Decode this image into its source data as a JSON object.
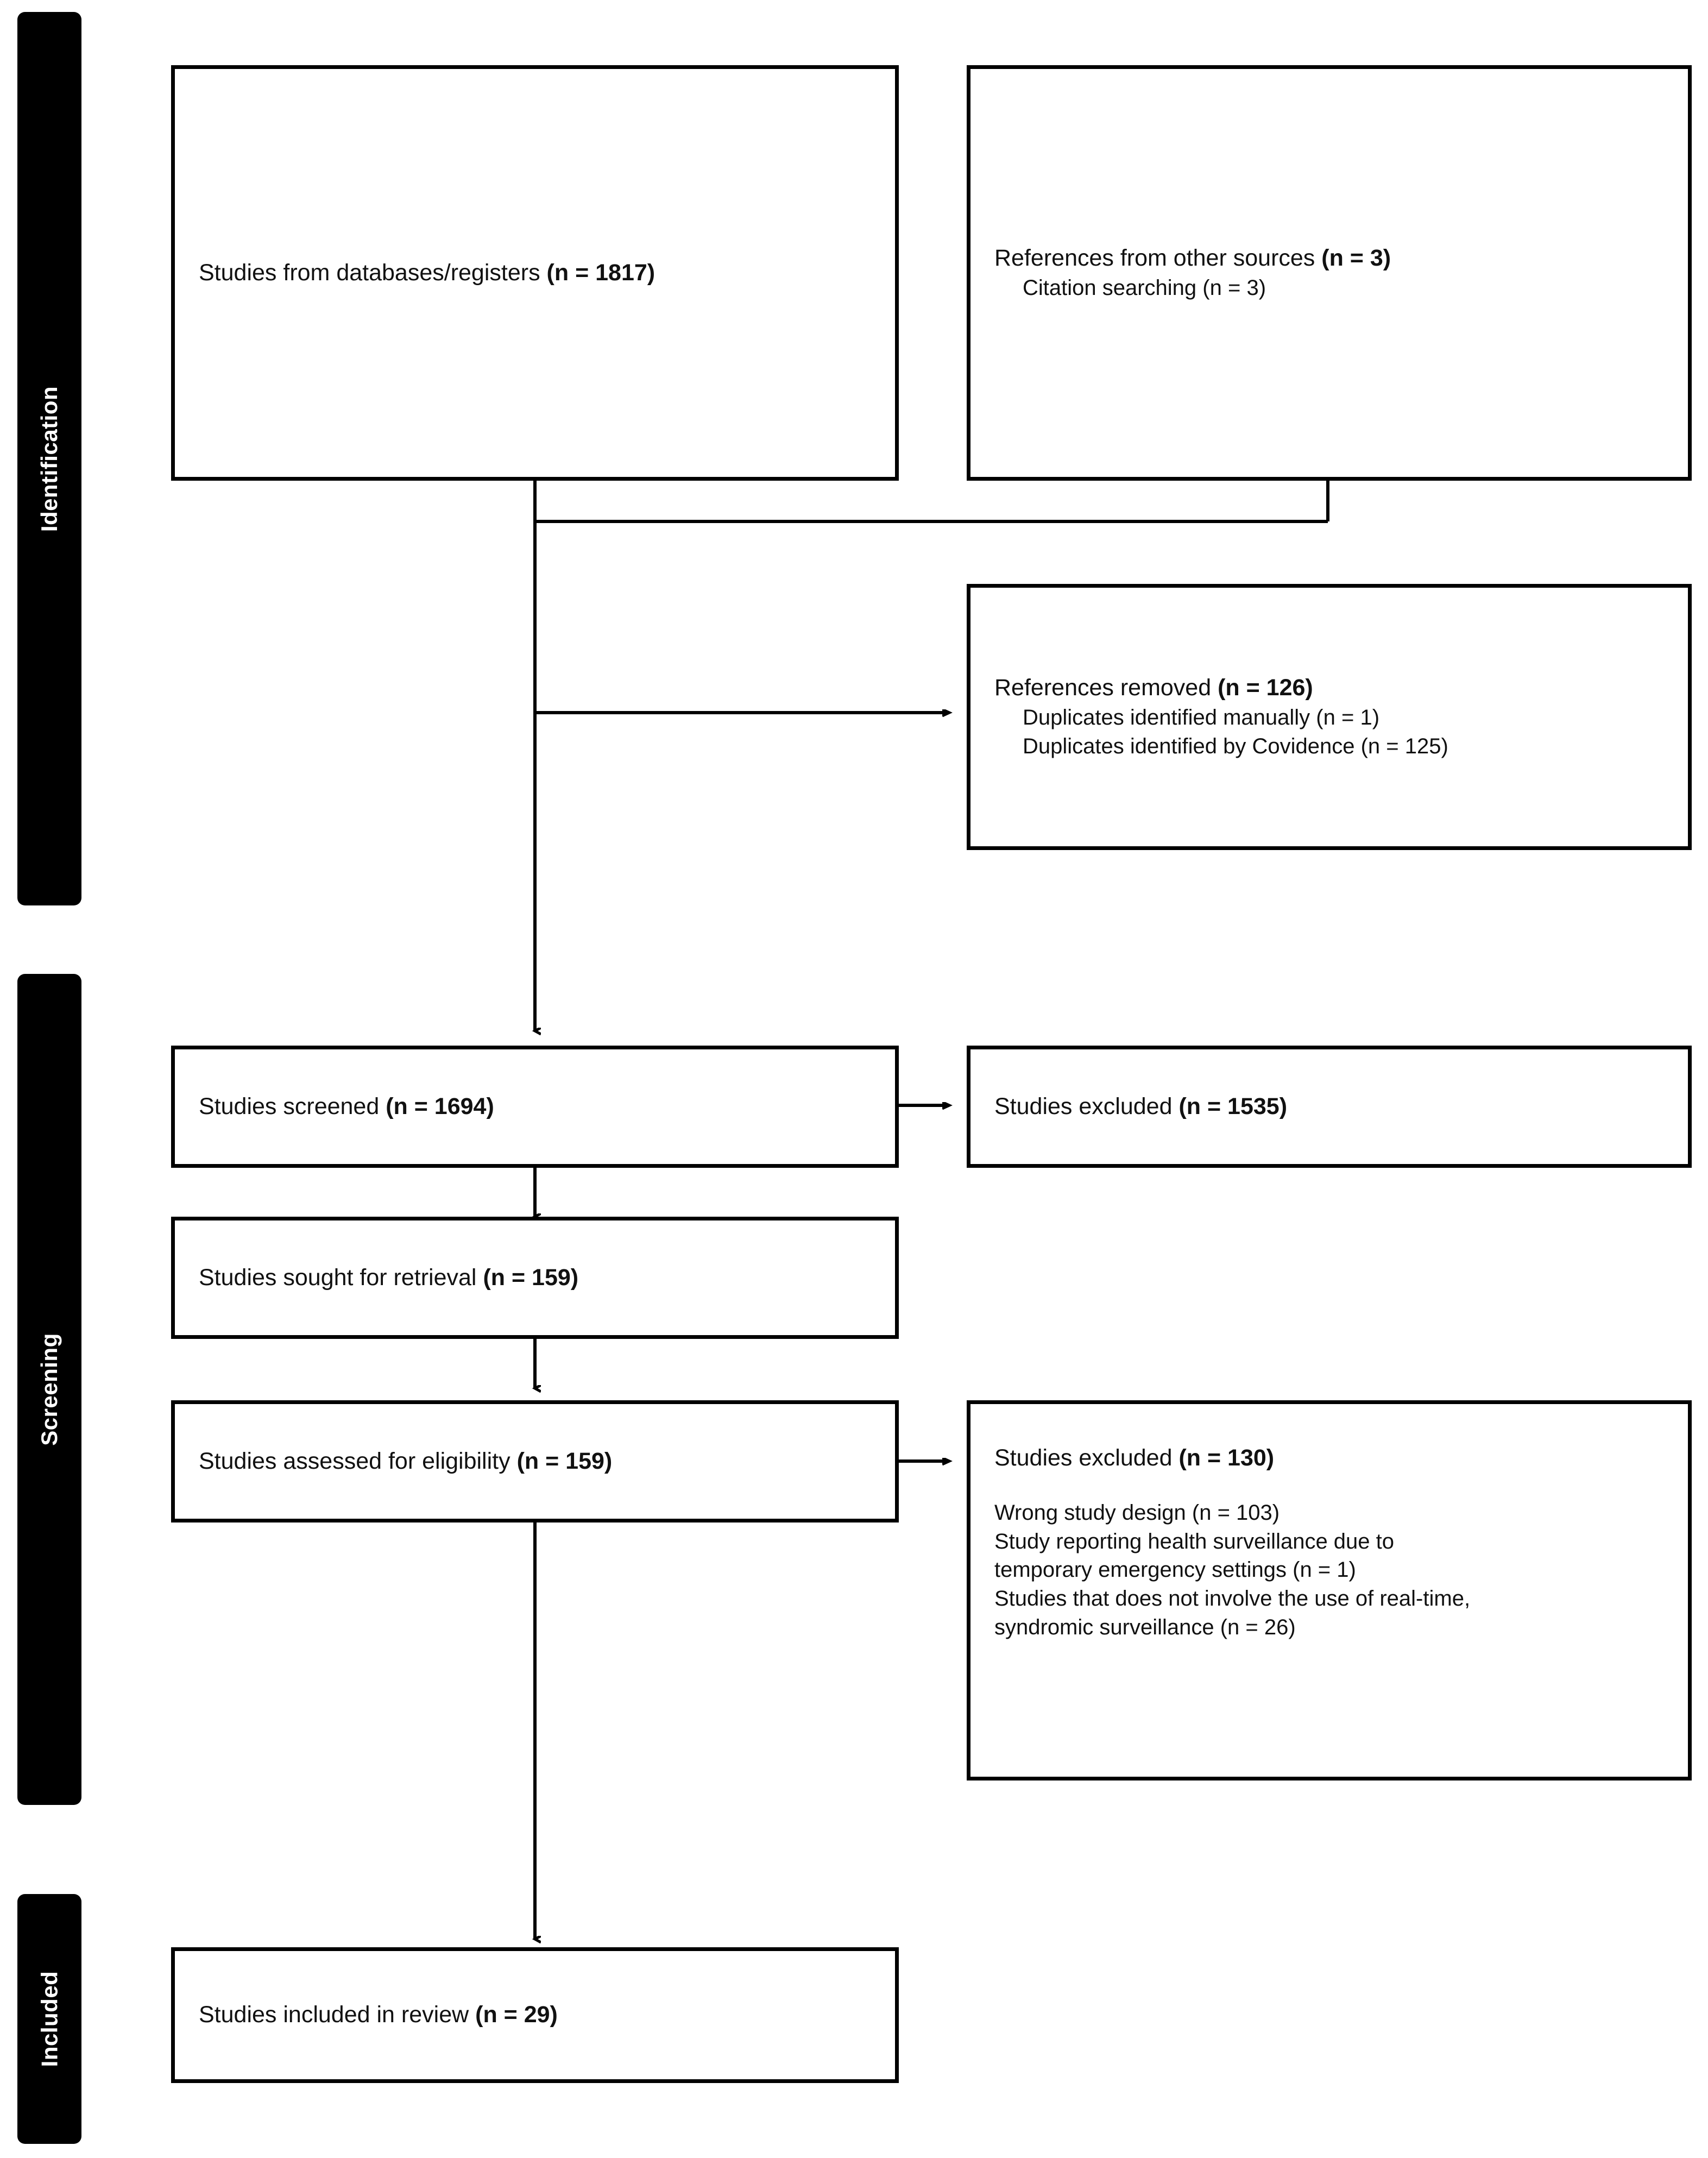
{
  "diagram": {
    "type": "prisma-flow-diagram",
    "phases": [
      {
        "name": "identification",
        "label": "Identification"
      },
      {
        "name": "screening",
        "label": "Screening"
      },
      {
        "name": "included",
        "label": "Included"
      }
    ],
    "boxes": {
      "databases": {
        "title_text": "Studies from databases/registers ",
        "title_count": "(n = 1817)"
      },
      "other_sources": {
        "title_text": "References from other sources ",
        "title_count": "(n = 3)",
        "sub_items": [
          "Citation searching (n = 3)"
        ]
      },
      "references_removed": {
        "title_text": "References removed ",
        "title_count": "(n = 126)",
        "sub_items": [
          "Duplicates identified manually (n = 1)",
          "Duplicates identified by Covidence (n = 125)"
        ]
      },
      "screened": {
        "title_text": "Studies screened ",
        "title_count": "(n = 1694)"
      },
      "excluded_screening": {
        "title_text": "Studies excluded ",
        "title_count": "(n = 1535)"
      },
      "sought_retrieval": {
        "title_text": "Studies sought for retrieval ",
        "title_count": "(n = 159)"
      },
      "assessed_eligibility": {
        "title_text": "Studies assessed for eligibility ",
        "title_count": "(n = 159)"
      },
      "excluded_eligibility": {
        "title_text": "Studies excluded ",
        "title_count": "(n = 130)",
        "sub_items": [
          "Wrong study design (n = 103)",
          "Study reporting health surveillance due to",
          "temporary emergency settings (n = 1)",
          "Studies that does not involve the use of real-time,",
          "syndromic surveillance (n = 26)"
        ]
      },
      "included_review": {
        "title_text": "Studies included in review ",
        "title_count": "(n = 29)"
      }
    },
    "colors": {
      "band_background": "#000000",
      "band_text": "#ffffff",
      "box_border": "#000000",
      "box_background": "#ffffff",
      "connector": "#000000",
      "text": "#111111"
    }
  }
}
